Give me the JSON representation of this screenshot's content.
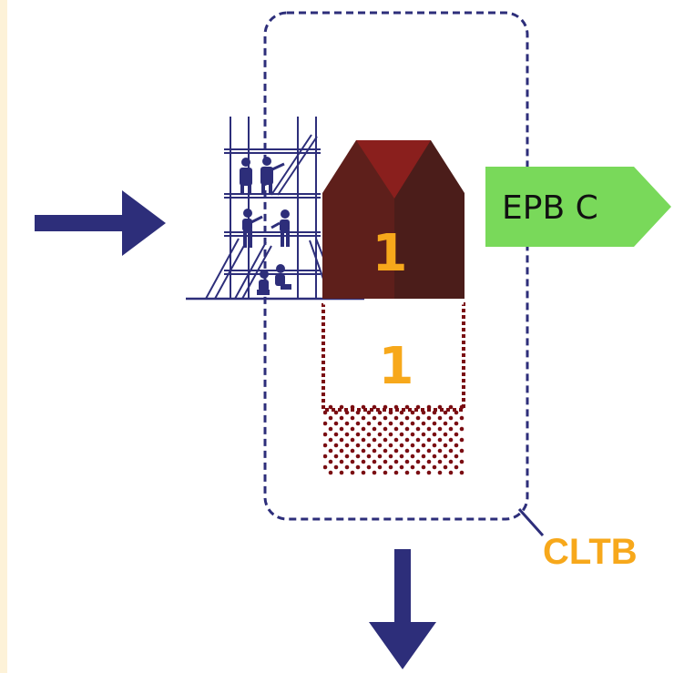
{
  "epb_label": "EPB C",
  "house_number": "1",
  "lower_number": "1",
  "boundary_label": "CLTB",
  "colors": {
    "accent_orange": "#f7a81b",
    "navy": "#2d2e7a",
    "epb_green": "#79d95a",
    "house_left": "#5e1f1b",
    "house_right": "#4b1d1a",
    "roof": "#8a1f1d",
    "dots": "#7a0d12",
    "strip": "#fdf2d8"
  },
  "icons": [
    "arrow-right-icon",
    "scaffolding-workers-icon",
    "house-icon",
    "arrow-down-icon"
  ]
}
